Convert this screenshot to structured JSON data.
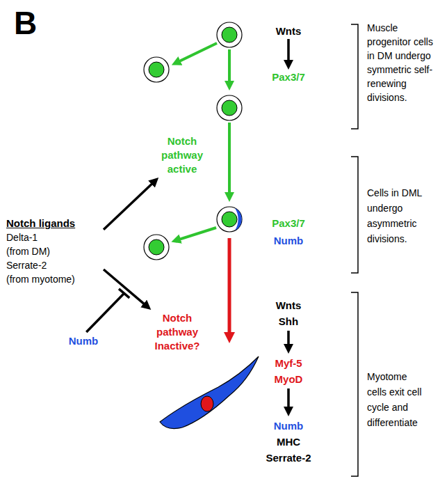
{
  "diagram": {
    "nodes": [
      {
        "text": [
          "Wnts"
        ]
      },
      {
        "text": [
          "Pax3/7"
        ]
      },
      {
        "text": [
          "Notch pathway active"
        ]
      },
      {
        "text": [
          "Notch ligands",
          "Delta-1",
          "(from DM)",
          "Serrate-2",
          "(from myotome)"
        ]
      },
      {
        "text": [
          "Notch pathway Inactive?"
        ]
      },
      {
        "text": [
          "Wnts",
          "Shh"
        ]
      },
      {
        "text": [
          "Myf-5",
          "MyoD"
        ]
      },
      {
        "text": [
          "Numb",
          "MHC",
          "Serrate-2"
        ]
      }
    ],
    "edges": [
      {
        "from": 0,
        "to": 1,
        "arrow": "to"
      },
      {
        "from": 3,
        "to": 2,
        "arrow": "to"
      },
      {
        "from": 3,
        "to": 4,
        "arrow": "to"
      },
      {
        "from": 5,
        "to": 6,
        "arrow": "to"
      },
      {
        "from": 6,
        "to": 7,
        "arrow": "to"
      }
    ],
    "labels": [
      "B",
      "Muscle progenitor cells in DM undergo symmetric self-renewing divisions.",
      "Pax3/7",
      "Numb",
      "Cells in DML undergo asymmetric divisions.",
      "Numb",
      "Myotome cells exit cell cycle and differentiate"
    ]
  }
}
